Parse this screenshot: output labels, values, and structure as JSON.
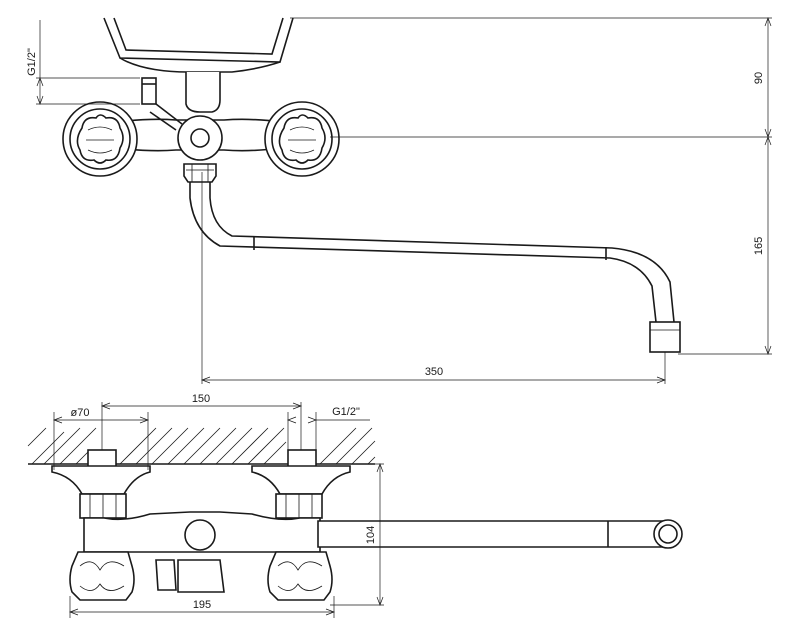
{
  "labels": {
    "thread_top": "G1/2\"",
    "dim_90": "90",
    "dim_165": "165",
    "dim_350": "350",
    "dia_70": "ø70",
    "dim_150": "150",
    "thread_bottom": "G1/2\"",
    "dim_104": "104",
    "dim_195": "195"
  }
}
